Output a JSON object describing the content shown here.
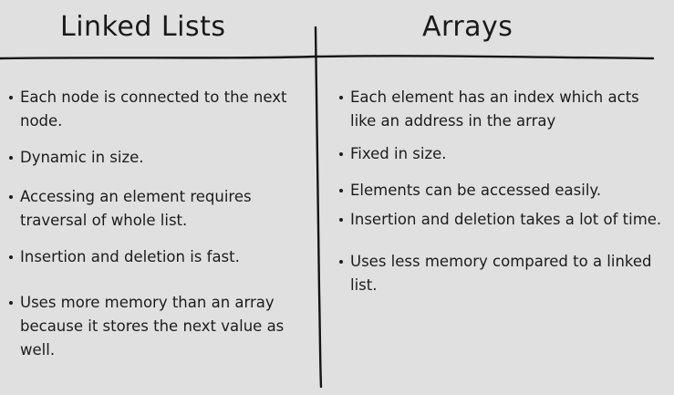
{
  "headings": {
    "left": "Linked Lists",
    "right": "Arrays"
  },
  "linked_lists": [
    "Each node is connected to the next node.",
    "Dynamic in size.",
    "Accessing an element requires traversal of whole list.",
    "Insertion and deletion is fast.",
    "Uses more memory than an array because it stores the next value as well."
  ],
  "arrays": [
    "Each element has an index which acts like an address in the array",
    "Fixed in size.",
    "Elements can be accessed easily.",
    "Insertion and deletion takes a lot of time.",
    "Uses less memory compared to a linked list."
  ]
}
